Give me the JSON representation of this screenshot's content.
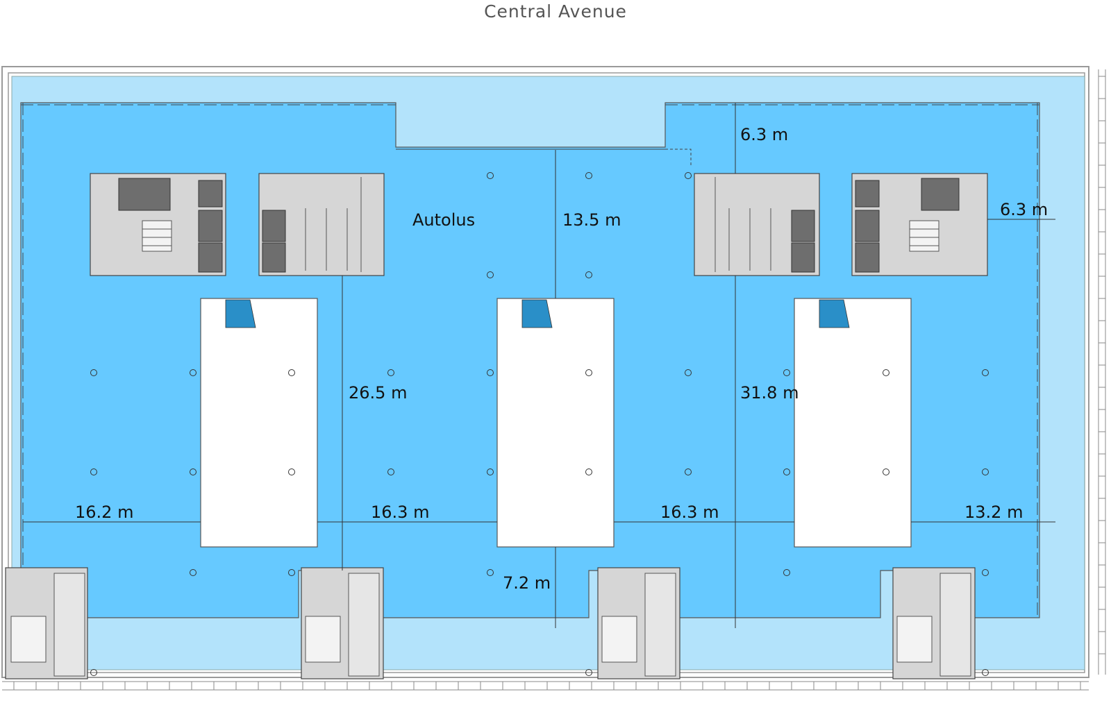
{
  "street": "Central Avenue",
  "tenant": "Autolus",
  "dimensions": [
    {
      "id": "dim-top-right-depth",
      "text": "6.3 m"
    },
    {
      "id": "dim-right-edge",
      "text": "6.3 m"
    },
    {
      "id": "dim-core-to-void",
      "text": "13.5 m"
    },
    {
      "id": "dim-left-depth",
      "text": "26.5 m"
    },
    {
      "id": "dim-right-depth",
      "text": "31.8 m"
    },
    {
      "id": "dim-span-1",
      "text": "16.2 m"
    },
    {
      "id": "dim-span-2",
      "text": "16.3 m"
    },
    {
      "id": "dim-span-3",
      "text": "16.3 m"
    },
    {
      "id": "dim-span-4",
      "text": "13.2 m"
    },
    {
      "id": "dim-void-to-edge",
      "text": "7.2 m"
    }
  ],
  "colors": {
    "floor": "#66c9ff",
    "terrace": "#b3e3fb",
    "core": "#d6d6d6",
    "lift": "#6e6e6e",
    "void": "#ffffff",
    "stair": "#2a8fc8"
  }
}
